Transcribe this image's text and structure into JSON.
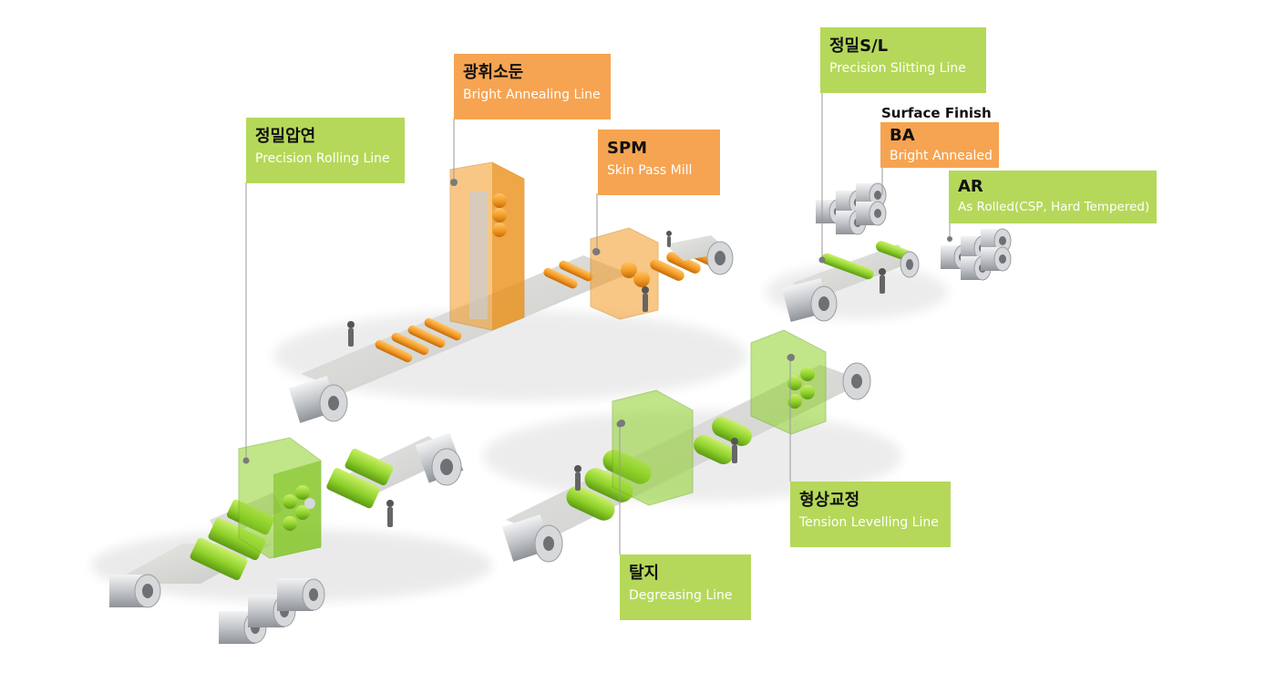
{
  "colors": {
    "green_label": "#b5d85a",
    "orange_label": "#f6a452",
    "green_equipment": "#8fd12a",
    "orange_equipment": "#f39a22",
    "steel": "#cfd1d4"
  },
  "labels": {
    "precision_rolling": {
      "ko": "정밀압연",
      "en": "Precision Rolling Line"
    },
    "bright_annealing": {
      "ko": "광휘소둔",
      "en": "Bright Annealing Line"
    },
    "spm": {
      "ko": "SPM",
      "en": "Skin Pass Mill"
    },
    "precision_slitting": {
      "ko": "정밀S/L",
      "en": "Precision Slitting Line"
    },
    "surface_finish": "Surface Finish",
    "ba": {
      "ko": "BA",
      "en": "Bright Annealed"
    },
    "ar": {
      "ko": "AR",
      "en": "As Rolled(CSP, Hard Tempered)"
    },
    "tension_levelling": {
      "ko": "형상교정",
      "en": "Tension Levelling Line"
    },
    "degreasing": {
      "ko": "탈지",
      "en": "Degreasing Line"
    }
  }
}
